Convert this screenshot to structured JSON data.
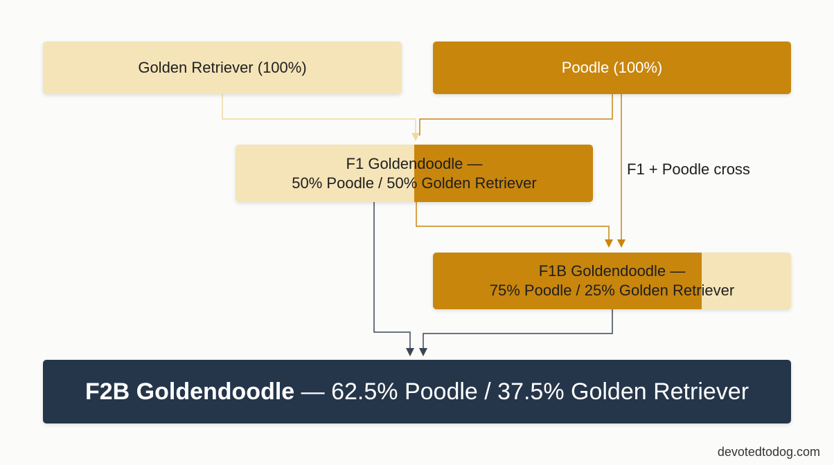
{
  "nodes": {
    "golden": {
      "label": "Golden Retriever (100%)"
    },
    "poodle": {
      "label": "Poodle (100%)"
    },
    "f1": {
      "line1": "F1 Goldendoodle —",
      "line2": "50% Poodle / 50% Golden Retriever",
      "poodle_fraction": 0.5
    },
    "f1b": {
      "line1": "F1B Goldendoodle —",
      "line2": "75% Poodle / 25% Golden Retriever",
      "poodle_fraction": 0.75
    },
    "f2b": {
      "title": "F2B Goldendoodle",
      "rest": " — 62.5% Poodle / 37.5% Golden Retriever"
    }
  },
  "edges": {
    "poodle_to_f1b_label": "F1 + Poodle cross"
  },
  "watermark": "devotedtodog.com",
  "colors": {
    "golden": "#f5e4b8",
    "poodle": "#c8860d",
    "f2b": "#25354a",
    "golden_line": "#f0d9a0",
    "poodle_line": "#c8860d",
    "dark_line": "#3a4454"
  }
}
